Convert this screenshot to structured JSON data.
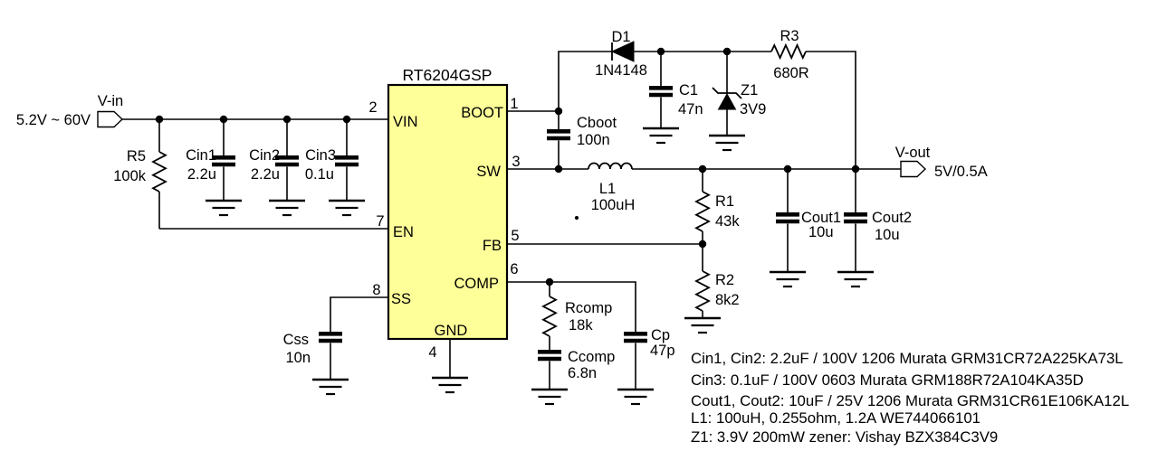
{
  "ic": {
    "part": "RT6204GSP",
    "fill": "#ffff99",
    "pins": {
      "vin": {
        "num": "2",
        "label": "VIN"
      },
      "en": {
        "num": "7",
        "label": "EN"
      },
      "ss": {
        "num": "8",
        "label": "SS"
      },
      "boot": {
        "num": "1",
        "label": "BOOT"
      },
      "sw": {
        "num": "3",
        "label": "SW"
      },
      "fb": {
        "num": "5",
        "label": "FB"
      },
      "comp": {
        "num": "6",
        "label": "COMP"
      },
      "gnd": {
        "num": "4",
        "label": "GND"
      }
    }
  },
  "ports": {
    "vin": {
      "label": "V-in",
      "spec": "5.2V ~ 60V"
    },
    "vout": {
      "label": "V-out",
      "spec": "5V/0.5A"
    }
  },
  "components": {
    "r5": {
      "name": "R5",
      "value": "100k"
    },
    "cin1": {
      "name": "Cin1",
      "value": "2.2u"
    },
    "cin2": {
      "name": "Cin2",
      "value": "2.2u"
    },
    "cin3": {
      "name": "Cin3",
      "value": "0.1u"
    },
    "css": {
      "name": "Css",
      "value": "10n"
    },
    "cboot": {
      "name": "Cboot",
      "value": "100n"
    },
    "d1": {
      "name": "D1",
      "value": "1N4148"
    },
    "c1": {
      "name": "C1",
      "value": "47n"
    },
    "z1": {
      "name": "Z1",
      "value": "3V9"
    },
    "r3": {
      "name": "R3",
      "value": "680R"
    },
    "l1": {
      "name": "L1",
      "value": "100uH"
    },
    "r1": {
      "name": "R1",
      "value": "43k"
    },
    "r2": {
      "name": "R2",
      "value": "8k2"
    },
    "cout1": {
      "name": "Cout1",
      "value": "10u"
    },
    "cout2": {
      "name": "Cout2",
      "value": "10u"
    },
    "rcomp": {
      "name": "Rcomp",
      "value": "18k"
    },
    "ccomp": {
      "name": "Ccomp",
      "value": "6.8n"
    },
    "cp": {
      "name": "Cp",
      "value": "47p"
    }
  },
  "bom": {
    "lines": [
      "Cin1, Cin2: 2.2uF / 100V 1206 Murata GRM31CR72A225KA73L",
      "Cin3: 0.1uF / 100V 0603 Murata GRM188R72A104KA35D",
      "Cout1, Cout2: 10uF / 25V 1206 Murata GRM31CR61E106KA12L",
      "L1: 100uH, 0.255ohm, 1.2A WE744066101",
      "Z1: 3.9V 200mW zener: Vishay  BZX384C3V9"
    ]
  },
  "colors": {
    "line": "#000000",
    "background": "#ffffff",
    "ic_fill": "#ffff99"
  }
}
